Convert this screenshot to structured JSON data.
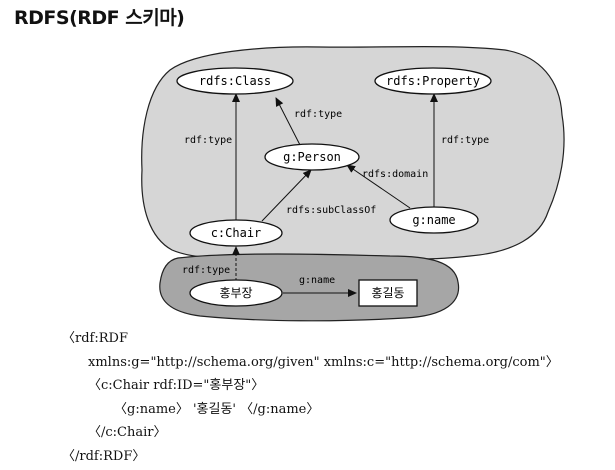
{
  "page": {
    "title": "RDFS(RDF 스키마)"
  },
  "diagram": {
    "nodes": {
      "class": "rdfs:Class",
      "property": "rdfs:Property",
      "person": "g:Person",
      "chair": "c:Chair",
      "name": "g:name",
      "hongbujang": "홍부장",
      "honggildong": "홍길동"
    },
    "edges": {
      "person_type": "rdf:type",
      "chair_type": "rdf:type",
      "name_type": "rdf:type",
      "domain": "rdfs:domain",
      "subclass": "rdfs:subClassOf",
      "instance_type": "rdf:type",
      "instance_name": "g:name"
    }
  },
  "code": {
    "lines": [
      "〈rdf:RDF",
      "xmlns:g=\"http://schema.org/given\" xmlns:c=\"http://schema.org/com\"〉",
      "〈c:Chair rdf:ID=\"홍부장\"〉",
      "〈g:name〉 '홍길동' 〈/g:name〉",
      "〈/c:Chair〉",
      "〈/rdf:RDF〉"
    ]
  }
}
